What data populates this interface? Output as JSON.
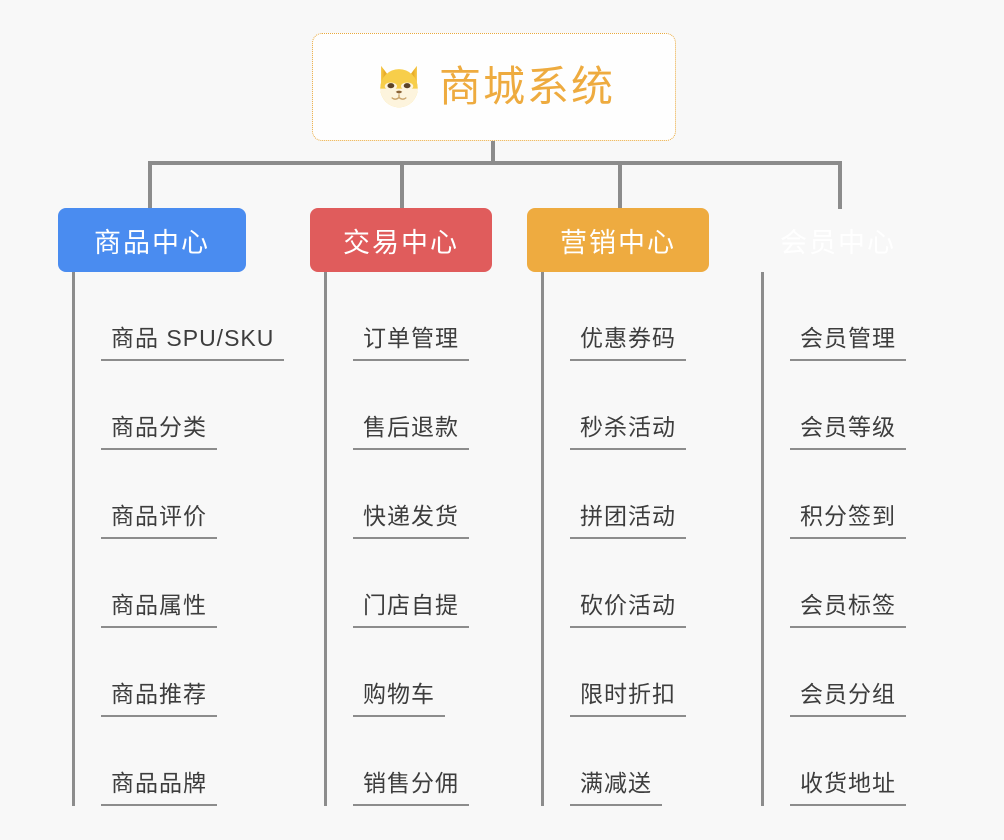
{
  "root": {
    "title": "商城系统",
    "icon": "shiba-inu-dog-face-icon",
    "border_color": "#e9a93c",
    "title_color": "#eeab3f"
  },
  "canvas": {
    "background_color": "#f8f8f8",
    "connector_color": "#8c8c8c"
  },
  "branches": [
    {
      "id": "product-center",
      "label": "商品中心",
      "color": "#4a8cf0",
      "items": [
        "商品 SPU/SKU",
        "商品分类",
        "商品评价",
        "商品属性",
        "商品推荐",
        "商品品牌"
      ]
    },
    {
      "id": "trade-center",
      "label": "交易中心",
      "color": "#e05c5c",
      "items": [
        "订单管理",
        "售后退款",
        "快递发货",
        "门店自提",
        "购物车",
        "销售分佣"
      ]
    },
    {
      "id": "marketing-center",
      "label": "营销中心",
      "color": "#eeab40",
      "items": [
        "优惠券码",
        "秒杀活动",
        "拼团活动",
        "砍价活动",
        "限时折扣",
        "满减送"
      ]
    },
    {
      "id": "member-center",
      "label": "会员中心",
      "color": "#77c council",
      "items": [
        "会员管理",
        "会员等级",
        "积分签到",
        "会员标签",
        "会员分组",
        "收货地址"
      ]
    }
  ]
}
